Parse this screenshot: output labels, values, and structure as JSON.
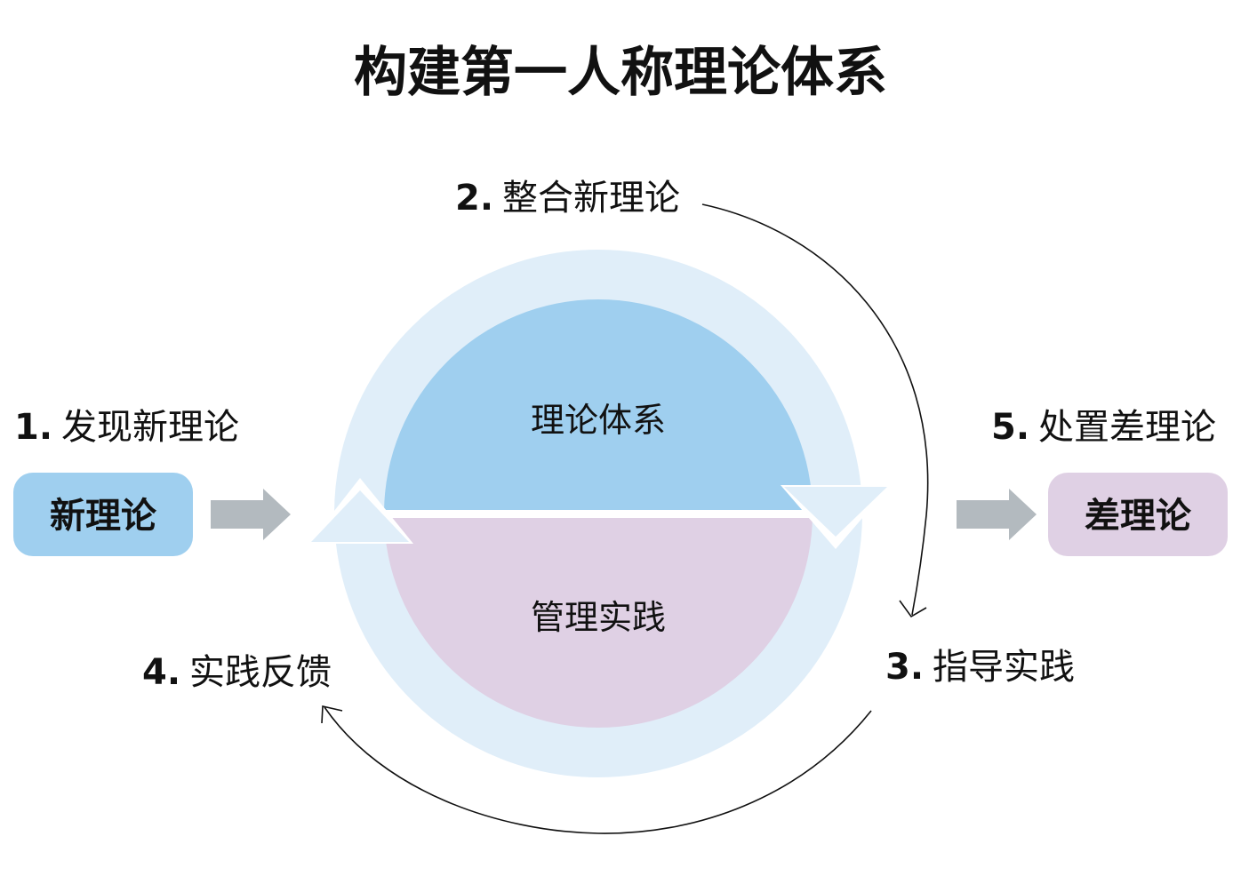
{
  "title": "构建第一人称理论体系",
  "steps": {
    "s1": {
      "num": "1.",
      "label": "发现新理论"
    },
    "s2": {
      "num": "2.",
      "label": "整合新理论"
    },
    "s3": {
      "num": "3.",
      "label": "指导实践"
    },
    "s4": {
      "num": "4.",
      "label": "实践反馈"
    },
    "s5": {
      "num": "5.",
      "label": "处置差理论"
    }
  },
  "boxes": {
    "new_theory": "新理论",
    "bad_theory": "差理论"
  },
  "circle": {
    "top": "理论体系",
    "bottom": "管理实践"
  },
  "colors": {
    "blue": "#9fcfef",
    "pink": "#dfd0e4",
    "ring": "#e0eef9",
    "arrow_gray": "#b3babf"
  }
}
